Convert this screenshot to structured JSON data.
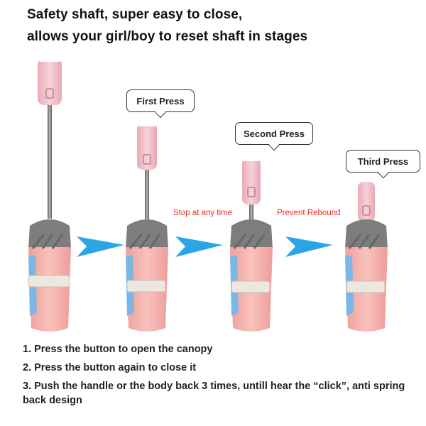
{
  "headline": {
    "line1": "Safety shaft, super easy to close,",
    "line2": "allows your girl/boy to reset shaft in stages"
  },
  "bubbles": {
    "first": "First Press",
    "second": "Second Press",
    "third": "Third Press"
  },
  "notes": {
    "stop": "Stop at any time",
    "rebound": "Prevent Rebound"
  },
  "steps": [
    "1. Press the button to open the canopy",
    "2. Press the button again to close it",
    "3. Push the handle or the body back 3 times, untill hear the “click”, anti spring back design"
  ],
  "colors": {
    "handle_pink": "#f4c6cf",
    "canopy_pink": "#f4a9a6",
    "canopy_blue": "#79b8e6",
    "frame_gray": "#8a8a8a",
    "arrow_blue": "#2aa6e6",
    "note_red": "#e4302c"
  },
  "icons": [
    "umbrella-icon",
    "arrow-right-icon",
    "lock-button-icon"
  ]
}
